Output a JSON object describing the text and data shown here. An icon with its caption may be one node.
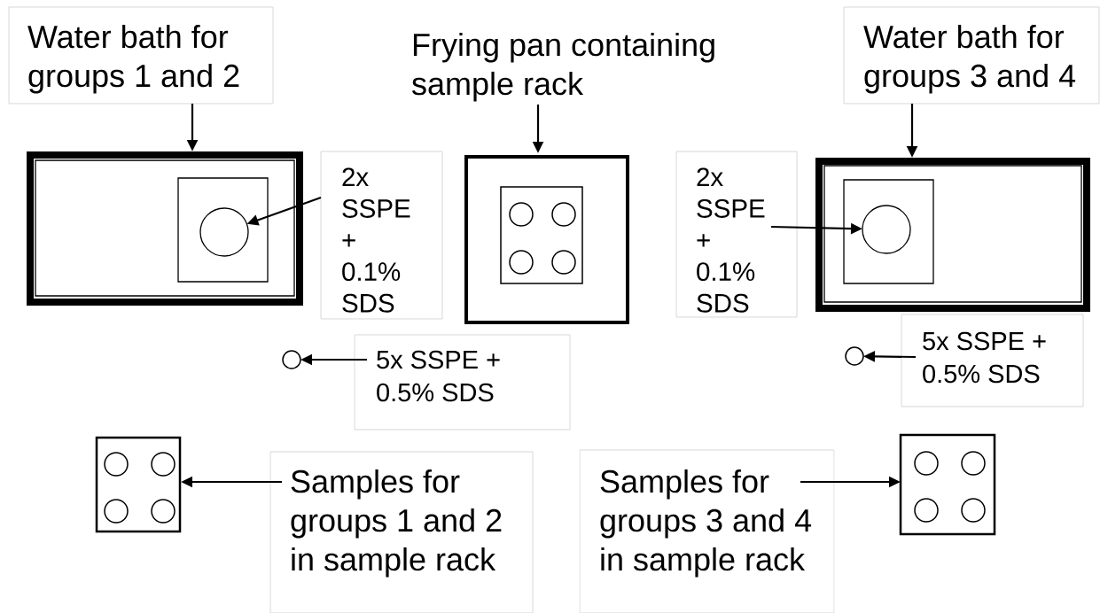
{
  "diagram": {
    "nodes": [
      {
        "text": [
          "Water bath for groups 1 and 2"
        ]
      },
      {
        "text": [],
        "shape": "box"
      },
      {
        "text": [],
        "shape": "box",
        "in": 1
      },
      {
        "text": [],
        "shape": "circle",
        "in": 2
      },
      {
        "text": [
          "2x SSPE + 0.1% SDS"
        ]
      },
      {
        "text": [
          "Frying pan containing sample rack"
        ]
      },
      {
        "text": [],
        "shape": "box"
      },
      {
        "text": [],
        "shape": "box",
        "in": 6
      },
      {
        "text": [
          "Water bath for groups 3 and 4"
        ]
      },
      {
        "text": [
          "2x SSPE + 0.1% SDS"
        ]
      },
      {
        "text": [],
        "shape": "box"
      },
      {
        "text": [],
        "shape": "box",
        "in": 10
      },
      {
        "text": [],
        "shape": "circle",
        "in": 11
      },
      {
        "text": [],
        "shape": "circle"
      },
      {
        "text": [
          "5x SSPE + 0.5% SDS"
        ]
      },
      {
        "text": [],
        "shape": "circle"
      },
      {
        "text": [
          "5x SSPE + 0.5% SDS"
        ]
      },
      {
        "text": [],
        "shape": "box"
      },
      {
        "text": [
          "Samples for groups 1 and 2 in sample rack"
        ]
      },
      {
        "text": [
          "Samples for groups 3 and 4 in sample rack"
        ]
      },
      {
        "text": [],
        "shape": "box"
      }
    ],
    "edges": [
      {
        "from": 0,
        "to": 1,
        "arrow": "to"
      },
      {
        "from": 4,
        "to": 3,
        "arrow": "to"
      },
      {
        "from": 5,
        "to": 6,
        "arrow": "to"
      },
      {
        "from": 8,
        "to": 10,
        "arrow": "to"
      },
      {
        "from": 9,
        "to": 12,
        "arrow": "to"
      },
      {
        "from": 14,
        "to": 13,
        "arrow": "to"
      },
      {
        "from": 16,
        "to": 15,
        "arrow": "to"
      },
      {
        "from": 18,
        "to": 17,
        "arrow": "to"
      },
      {
        "from": 19,
        "to": 20,
        "arrow": "to"
      }
    ]
  }
}
